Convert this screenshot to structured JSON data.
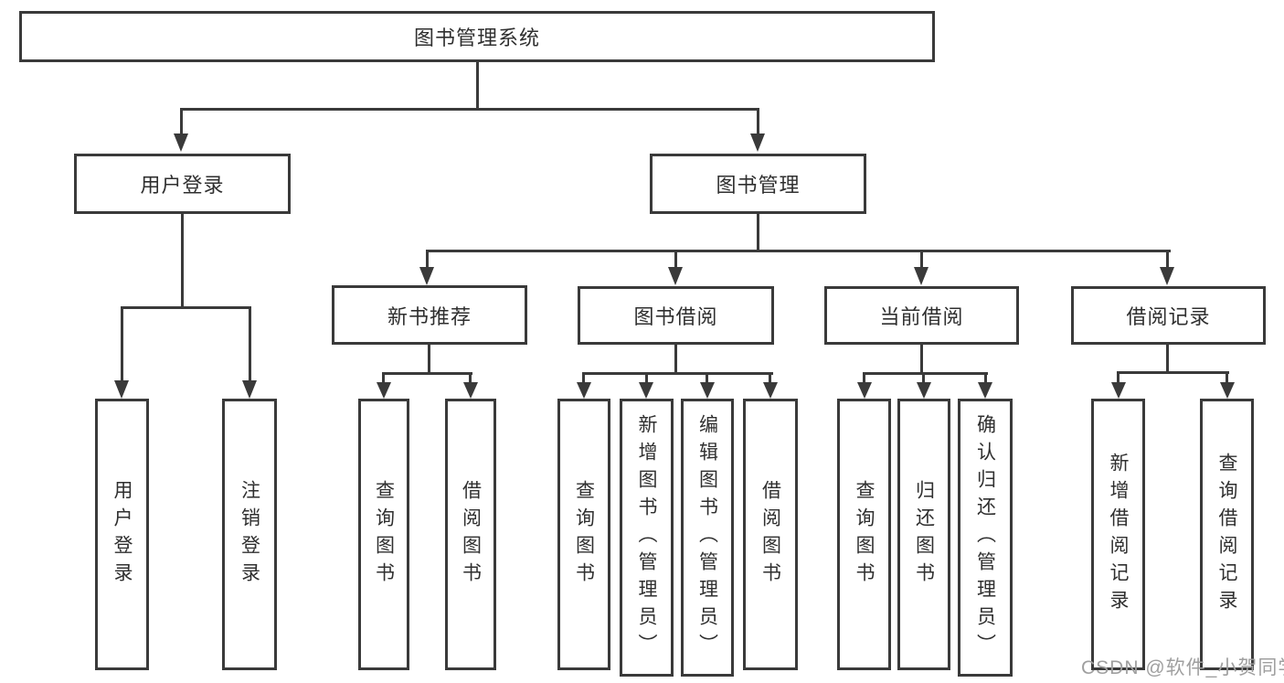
{
  "watermark": {
    "text": "CSDN @软件_小贺同学"
  },
  "colors": {
    "line": "#3a3a3a",
    "border": "#3a3a3a",
    "text": "#2f2f2f",
    "watermark": "#9f9f9f",
    "background": "#ffffff"
  },
  "tree": {
    "root": "图书管理系统",
    "children": [
      {
        "label": "用户登录",
        "children": [
          "用户登录",
          "注销登录"
        ]
      },
      {
        "label": "图书管理",
        "children": [
          {
            "label": "新书推荐",
            "children": [
              "查询图书",
              "借阅图书"
            ]
          },
          {
            "label": "图书借阅",
            "children": [
              "查询图书",
              "新增图书（管理员）",
              "编辑图书（管理员）",
              "借阅图书"
            ]
          },
          {
            "label": "当前借阅",
            "children": [
              "查询图书",
              "归还图书",
              "确认归还（管理员）"
            ]
          },
          {
            "label": "借阅记录",
            "children": [
              "新增借阅记录",
              "查询借阅记录"
            ]
          }
        ]
      }
    ]
  }
}
